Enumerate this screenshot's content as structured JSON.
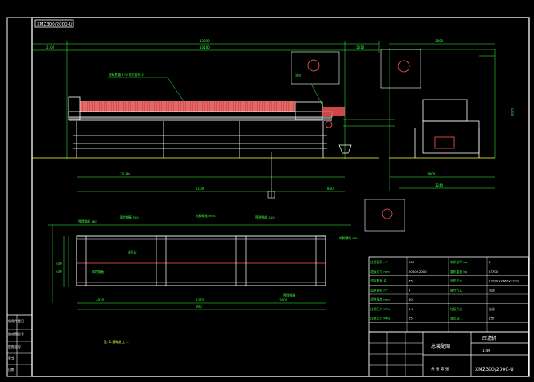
{
  "drawing": {
    "title_tag": "XMZ300/2000-U",
    "drawing_name": "总装配图",
    "part_name": "压滤机",
    "drawing_number": "XMZ300/2000-U",
    "sheet_label": "共 张 第 张",
    "scale_label": "1:40"
  },
  "top_dims": {
    "overall_length": "13290",
    "left_end": "2100",
    "frame_span": "10180",
    "right_end": "1010",
    "side_total": "1800",
    "side_height": "2230",
    "bottom_span": "10180",
    "bottom_mid": "1100",
    "bottom_left": "850",
    "side_bottom": "1800",
    "side_inner": "1240"
  },
  "plan_dims": {
    "a": "900",
    "b": "4920",
    "c": "400",
    "d": "3370",
    "e": "2600",
    "f": "400"
  },
  "callouts": {
    "plates": "滤板数量:119 滤室容积:2",
    "cylinder": "油缸",
    "anchor1": "地脚螺栓 M24",
    "anchor2": "地脚螺栓 M24",
    "plan_left": "预埋钢板 180",
    "plan_mid": "预埋钢板 300",
    "plan_right": "预埋钢板 180",
    "plan_bottom1": "预埋钢板",
    "plan_bottom2": "预埋钢板",
    "hydraulic": "液压站"
  },
  "tech_table": {
    "rows": [
      [
        "过滤面积 m²",
        "300",
        "电机功率 kw",
        "4"
      ],
      [
        "滤板尺寸 mm",
        "2000×2000",
        "整机重量 kg",
        "53700"
      ],
      [
        "滤板数量 块",
        "75",
        "外形尺寸",
        "13290×2660×2230"
      ],
      [
        "滤室容积 m³",
        "5",
        "操作方式",
        "自动"
      ],
      [
        "滤饼厚度 mm",
        "30",
        "",
        ""
      ],
      [
        "过滤压力 MPa",
        "0.6",
        "拉板方式",
        "自动"
      ],
      [
        "压紧压力 MPa",
        "25",
        "液压站 L",
        "150"
      ],
      [
        "",
        "",
        "",
        ""
      ]
    ]
  },
  "notes": "注: 1.基础施工 ...",
  "left_strip": [
    "借用件登记",
    "旧底图总号",
    "底图总号",
    "签字",
    "日期"
  ]
}
